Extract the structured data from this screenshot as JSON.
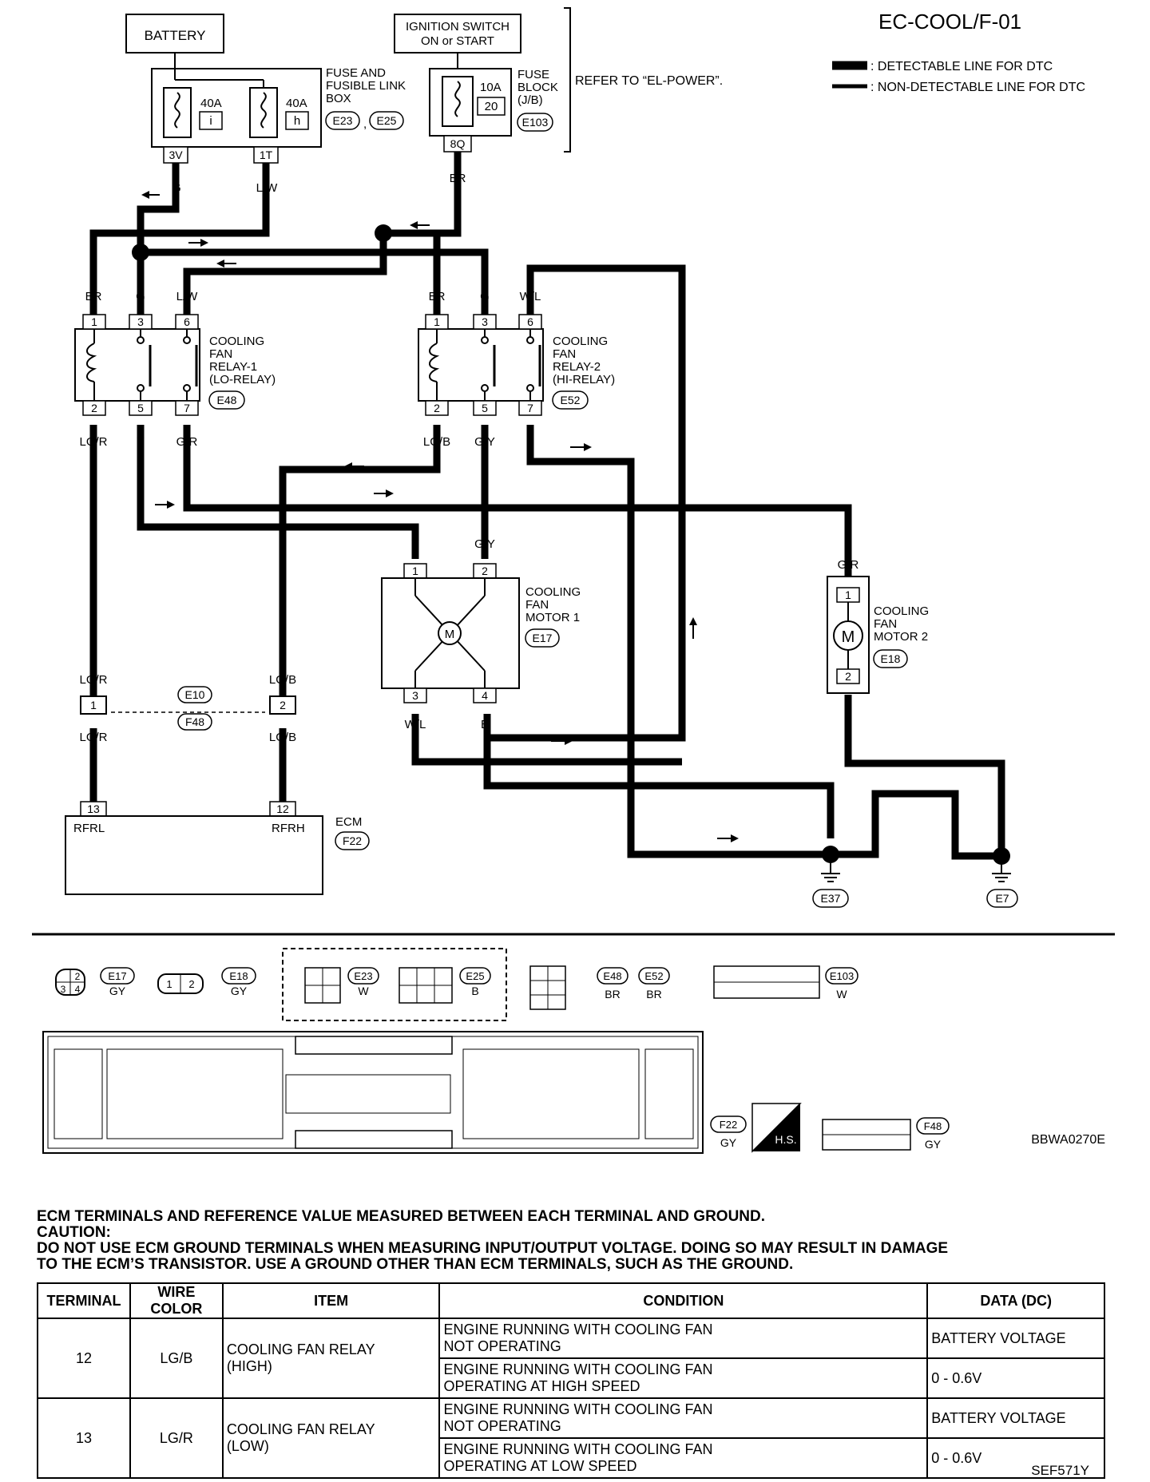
{
  "page_id": "EC-COOL/F-01",
  "legend": {
    "detectable": ": DETECTABLE LINE FOR DTC",
    "non_detectable": ": NON-DETECTABLE LINE FOR DTC"
  },
  "power": {
    "battery": "BATTERY",
    "ignition_l1": "IGNITION SWITCH",
    "ignition_l2": "ON or START",
    "fuse_box_l1": "FUSE AND",
    "fuse_box_l2": "FUSIBLE LINK",
    "fuse_box_l3": "BOX",
    "fuse_box_conn1": "E23",
    "fuse_box_conn2": "E25",
    "fuse_a_rating": "40A",
    "fuse_a_id": "i",
    "fuse_b_rating": "40A",
    "fuse_b_id": "h",
    "term_3v": "3V",
    "term_1t": "1T",
    "fuse_block_l1": "FUSE",
    "fuse_block_l2": "BLOCK",
    "fuse_block_l3": "(J/B)",
    "fuse_block_conn": "E103",
    "fuse_c_rating": "10A",
    "fuse_c_id": "20",
    "term_8q": "8Q",
    "refer": "REFER TO “EL-POWER”."
  },
  "wires": {
    "g": "G",
    "lw": "L/W",
    "br": "BR",
    "wl": "W/L",
    "lgr": "LG/R",
    "y": "Y",
    "gr": "G/R",
    "lgb": "LG/B",
    "gy": "G/Y",
    "b": "B"
  },
  "relay1": {
    "l1": "COOLING",
    "l2": "FAN",
    "l3": "RELAY-1",
    "l4": "(LO-RELAY)",
    "conn": "E48"
  },
  "relay2": {
    "l1": "COOLING",
    "l2": "FAN",
    "l3": "RELAY-2",
    "l4": "(HI-RELAY)",
    "conn": "E52"
  },
  "pins": {
    "p1": "1",
    "p2": "2",
    "p3": "3",
    "p4": "4",
    "p5": "5",
    "p6": "6",
    "p7": "7",
    "p12": "12",
    "p13": "13"
  },
  "motor1": {
    "l1": "COOLING",
    "l2": "FAN",
    "l3": "MOTOR 1",
    "conn": "E17",
    "symbol": "M"
  },
  "motor2": {
    "l1": "COOLING",
    "l2": "FAN",
    "l3": "MOTOR 2",
    "conn": "E18",
    "symbol": "M"
  },
  "joint": {
    "a": "E10",
    "b": "F48"
  },
  "ecm": {
    "label": "ECM",
    "conn": "F22",
    "rfrl": "RFRL",
    "rfrh": "RFRH"
  },
  "grounds": {
    "g1": "E37",
    "g2": "E7"
  },
  "connectors": {
    "e17": "E17",
    "e18": "E18",
    "e23": "E23",
    "e25": "E25",
    "e48": "E48",
    "e52": "E52",
    "e103": "E103",
    "f22": "F22",
    "f48": "F48",
    "gy": "GY",
    "w": "W",
    "b": "B",
    "br": "BR",
    "hs": "H.S.",
    "code": "BBWA0270E"
  },
  "reference": {
    "heading": "ECM TERMINALS AND REFERENCE VALUE MEASURED BETWEEN EACH TERMINAL AND GROUND.",
    "caution": "CAUTION:",
    "caution_text_1": "DO NOT USE ECM GROUND TERMINALS WHEN MEASURING INPUT/OUTPUT VOLTAGE. DOING SO MAY RESULT IN DAMAGE",
    "caution_text_2": "TO THE ECM’S TRANSISTOR. USE A GROUND OTHER THAN ECM TERMINALS, SUCH AS THE GROUND.",
    "headers": [
      "TERMINAL",
      "WIRE COLOR",
      "ITEM",
      "CONDITION",
      "DATA (DC)"
    ],
    "rows": [
      {
        "terminal": "12",
        "wire": "LG/B",
        "item_1": "COOLING FAN RELAY",
        "item_2": "(HIGH)",
        "cond_a_1": "ENGINE RUNNING WITH COOLING FAN",
        "cond_a_2": "NOT OPERATING",
        "data_a": "BATTERY VOLTAGE",
        "cond_b_1": "ENGINE RUNNING WITH COOLING FAN",
        "cond_b_2": "OPERATING AT HIGH SPEED",
        "data_b": "0 - 0.6V"
      },
      {
        "terminal": "13",
        "wire": "LG/R",
        "item_1": "COOLING FAN RELAY",
        "item_2": "(LOW)",
        "cond_a_1": "ENGINE RUNNING WITH COOLING FAN",
        "cond_a_2": "NOT OPERATING",
        "data_a": "BATTERY VOLTAGE",
        "cond_b_1": "ENGINE RUNNING WITH COOLING FAN",
        "cond_b_2": "OPERATING AT LOW SPEED",
        "data_b": "0 - 0.6V"
      }
    ]
  },
  "footer_code": "SEF571Y"
}
